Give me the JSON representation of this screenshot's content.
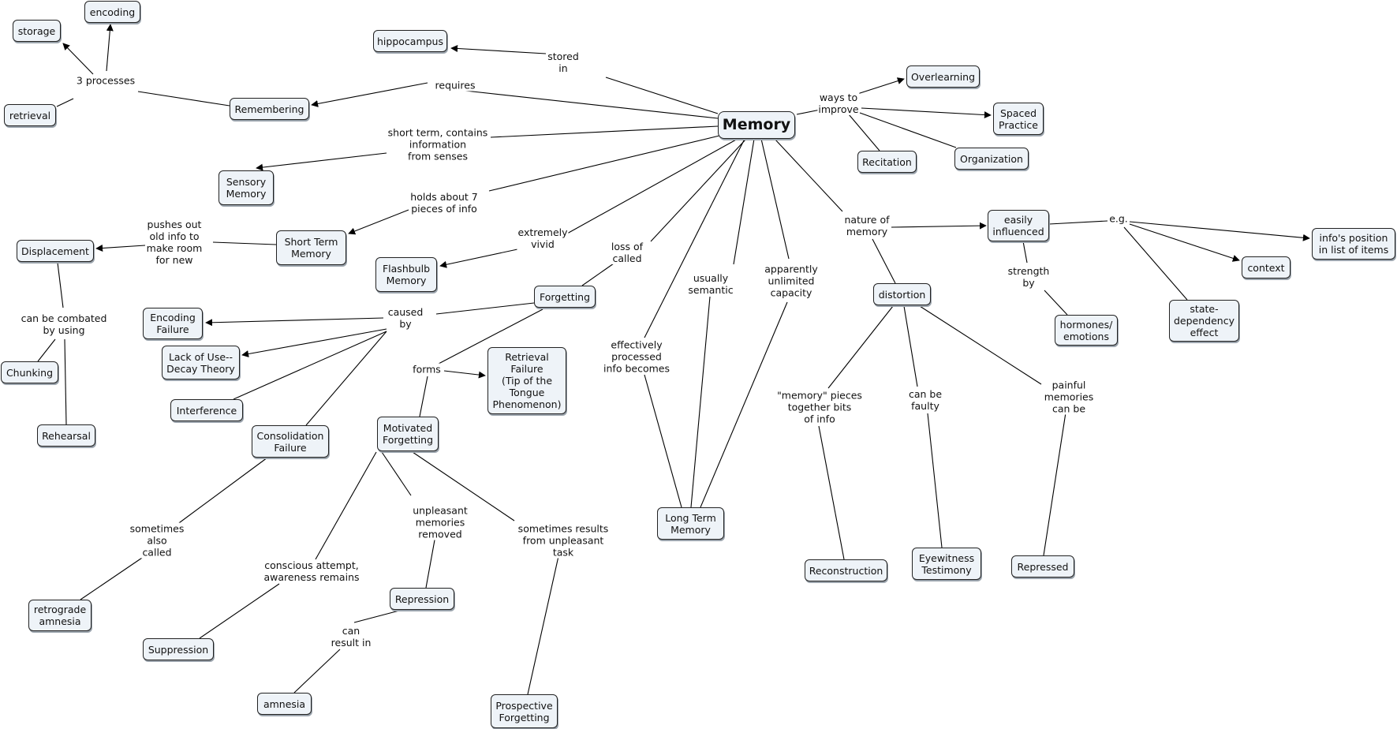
{
  "nodes": {
    "memory": "Memory",
    "hippocampus": "hippocampus",
    "remembering": "Remembering",
    "storage": "storage",
    "encoding": "encoding",
    "retrieval": "retrieval",
    "sensory": "Sensory\nMemory",
    "short_term": "Short Term\nMemory",
    "displacement": "Displacement",
    "chunking": "Chunking",
    "rehearsal": "Rehearsal",
    "flashbulb": "Flashbulb\nMemory",
    "forgetting": "Forgetting",
    "encoding_failure": "Encoding\nFailure",
    "decay": "Lack of Use--\nDecay Theory",
    "interference": "Interference",
    "consolidation": "Consolidation\nFailure",
    "retrograde": "retrograde\namnesia",
    "motivated": "Motivated\nForgetting",
    "retrieval_failure": "Retrieval\nFailure\n(Tip of the\nTongue\nPhenomenon)",
    "suppression": "Suppression",
    "repression": "Repression",
    "amnesia": "amnesia",
    "prospective": "Prospective\nForgetting",
    "long_term": "Long Term\nMemory",
    "overlearning": "Overlearning",
    "spaced": "Spaced\nPractice",
    "recitation": "Recitation",
    "organization": "Organization",
    "easily": "easily\ninfluenced",
    "position": "info's position\nin list of items",
    "context": "context",
    "state_dep": "state-\ndependency\neffect",
    "hormones": "hormones/\nemotions",
    "distortion": "distortion",
    "reconstruction": "Reconstruction",
    "eyewitness": "Eyewitness\nTestimony",
    "repressed": "Repressed"
  },
  "links": {
    "stored_in": "stored\nin",
    "requires": "requires",
    "three_processes": "3 processes",
    "short_term_contains": "short term, contains\ninformation\nfrom senses",
    "holds_about": "holds about 7\npieces of info",
    "pushes_out": "pushes out\nold info to\nmake room\nfor new",
    "combated": "can be combated\nby using",
    "extremely_vivid": "extremely\nvivid",
    "loss_of": "loss of\ncalled",
    "caused_by": "caused\nby",
    "forms": "forms",
    "sometimes_called": "sometimes\nalso\ncalled",
    "conscious": "conscious attempt,\nawareness remains",
    "unpleasant": "unpleasant\nmemories\nremoved",
    "sometimes_results": "sometimes results\nfrom unpleasant\ntask",
    "can_result": "can\nresult in",
    "effectively": "effectively\nprocessed\ninfo becomes",
    "usually_semantic": "usually\nsemantic",
    "apparently": "apparently\nunlimited\ncapacity",
    "ways_to": "ways to\nimprove",
    "nature_of": "nature of\nmemory",
    "eg": "e.g.",
    "strength_by": "strength\nby",
    "memory_pieces": "\"memory\" pieces\ntogether bits\nof info",
    "can_be_faulty": "can be\nfaulty",
    "painful": "painful\nmemories\ncan be"
  }
}
